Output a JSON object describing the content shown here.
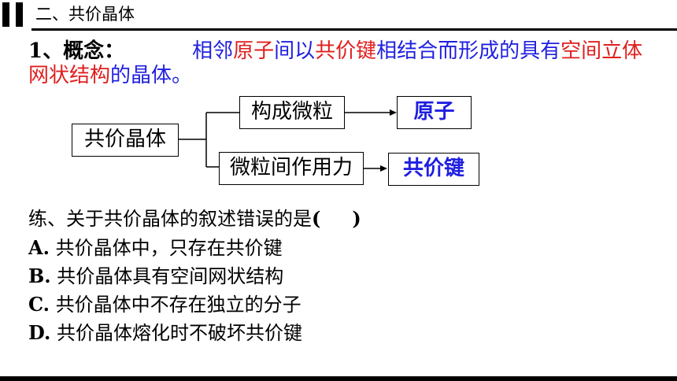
{
  "header": {
    "title": "二、共价晶体"
  },
  "concept": {
    "label": "1、概念：",
    "parts": [
      {
        "text": "相邻",
        "color": "blue"
      },
      {
        "text": "原子",
        "color": "red"
      },
      {
        "text": "间以",
        "color": "blue"
      },
      {
        "text": "共价键",
        "color": "red"
      },
      {
        "text": "相结合而形成的具有",
        "color": "blue"
      },
      {
        "text": "空间立体网状结构",
        "color": "red"
      },
      {
        "text": "的晶体。",
        "color": "blue"
      }
    ]
  },
  "diagram": {
    "root": "共价晶体",
    "branch1": "构成微粒",
    "branch2": "微粒间作用力",
    "answer1": "原子",
    "answer2": "共价键"
  },
  "question": {
    "stem_prefix": "练、关于共价晶体的叙述错误的是",
    "stem_paren_open": "(",
    "stem_paren_close": ")",
    "options": [
      {
        "letter": "A.",
        "text": "共价晶体中，只存在共价键"
      },
      {
        "letter": "B.",
        "text": "共价晶体具有空间网状结构"
      },
      {
        "letter": "C.",
        "text": "共价晶体中不存在独立的分子"
      },
      {
        "letter": "D.",
        "text": "共价晶体熔化时不破坏共价键"
      }
    ]
  },
  "colors": {
    "blue": "#1f1fe0",
    "red": "#e01e1e"
  }
}
